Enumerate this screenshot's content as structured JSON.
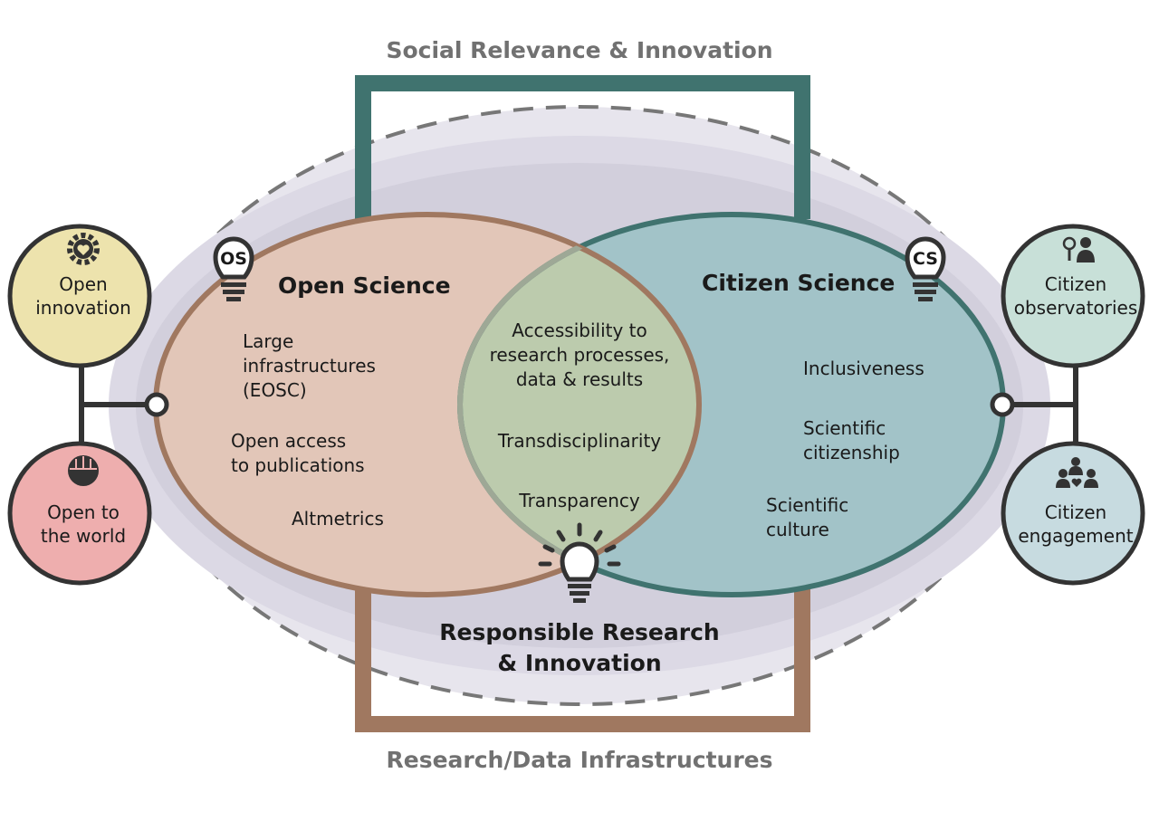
{
  "top_label": "Social Relevance & Innovation",
  "bottom_label": "Research/Data Infrastructures",
  "center_label": [
    "Responsible Research",
    "& Innovation"
  ],
  "open_science": {
    "badge": "OS",
    "title": "Open Science",
    "items": [
      [
        "Large",
        "infrastructures",
        "(EOSC)"
      ],
      [
        "Open access",
        "to publications"
      ],
      [
        "Altmetrics"
      ]
    ]
  },
  "citizen_science": {
    "badge": "CS",
    "title": "Citizen Science",
    "items": [
      [
        "Inclusiveness"
      ],
      [
        "Scientific",
        "citizenship"
      ],
      [
        "Scientific",
        "culture"
      ]
    ]
  },
  "overlap": {
    "items": [
      [
        "Accessibility to",
        "research processes,",
        "data & results"
      ],
      [
        "Transdisciplinarity"
      ],
      [
        "Transparency"
      ]
    ]
  },
  "side_circles": [
    {
      "icon": "gear-heart-icon",
      "lines": [
        "Open",
        "innovation"
      ],
      "color": "#ede3ad"
    },
    {
      "icon": "globe-icon",
      "lines": [
        "Open to",
        "the world"
      ],
      "color": "#eeaeae"
    },
    {
      "icon": "magnifier-person-icon",
      "lines": [
        "Citizen",
        "observatories"
      ],
      "color": "#c8e0d8"
    },
    {
      "icon": "people-heart-icon",
      "lines": [
        "Citizen",
        "engagement"
      ],
      "color": "#c7dbe0"
    }
  ],
  "colors": {
    "teal": "#40736f",
    "brown": "#a07860",
    "os_fill": "#e2c6b8",
    "cs_fill": "#a2c3c8",
    "overlap_fill": "#bccbad"
  }
}
